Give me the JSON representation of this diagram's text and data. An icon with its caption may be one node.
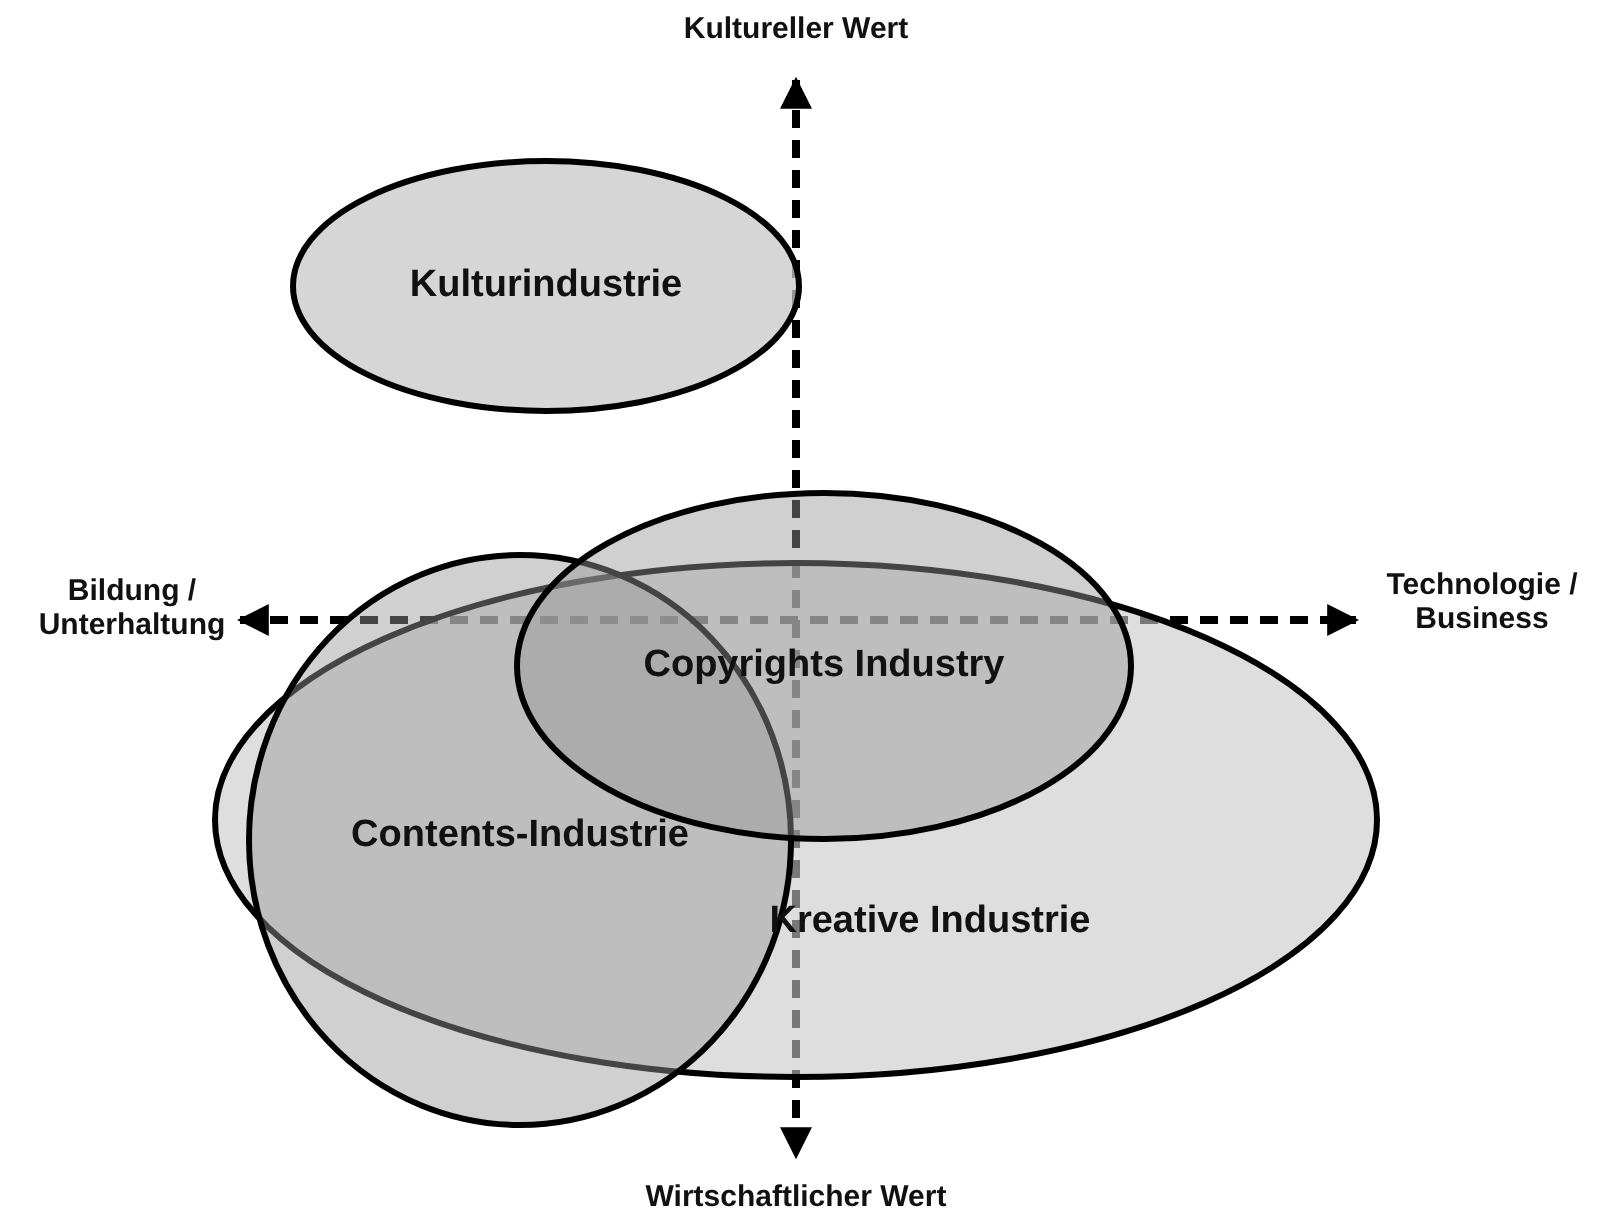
{
  "diagram": {
    "nodes": [
      {
        "text": [
          "Kulturindustrie"
        ]
      },
      {
        "text": [
          "Copyrights Industry"
        ]
      },
      {
        "text": [
          "Contents-Industrie"
        ]
      },
      {
        "text": [
          "Kreative Industrie"
        ]
      }
    ],
    "labels": [
      "Kultureller Wert",
      "Bildung / Unterhaltung",
      "Technologie / Business",
      "Wirtschaftlicher Wert"
    ]
  }
}
